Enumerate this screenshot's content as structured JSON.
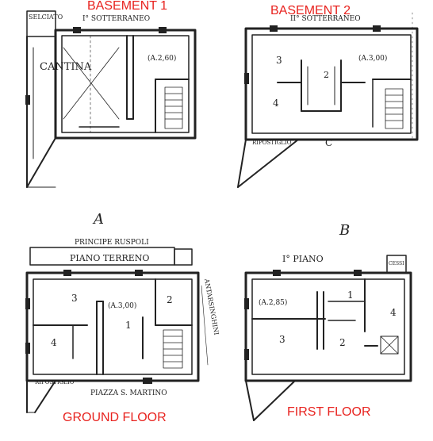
{
  "titles": {
    "basement1": "BASEMENT 1",
    "basement2": "BASEMENT 2",
    "ground_floor": "GROUND FLOOR",
    "first_floor": "FIRST FLOOR"
  },
  "tl": {
    "corner": "SELCIATO",
    "header": "I° SOTTERRANEO",
    "room": "CANTINA",
    "height": "(A.2,60)"
  },
  "tr": {
    "header": "II° SOTTERRANEO",
    "height": "(A.3,00)",
    "room3": "3",
    "room4": "4",
    "roomC": "C",
    "alley": "RIPOSTIGLIO",
    "misc": "2"
  },
  "bl": {
    "sheet": "A",
    "street_top": "PRINCIPE RUSPOLI",
    "band": "PIANO TERRENO",
    "side": "ANTARSINGHINI",
    "height": "(A.3,00)",
    "room1": "1",
    "room2": "2",
    "room3": "3",
    "room4": "4",
    "alley": "RIPOSTIGLIO",
    "piazza": "PIAZZA S. MARTINO"
  },
  "br": {
    "sheet": "B",
    "floor": "I° PIANO",
    "cessi": "CESSI",
    "height": "(A.2,85)",
    "room1": "1",
    "room2": "2",
    "room3": "3",
    "room4": "4"
  },
  "colors": {
    "titles": "#e8231f",
    "ink": "#222222"
  }
}
